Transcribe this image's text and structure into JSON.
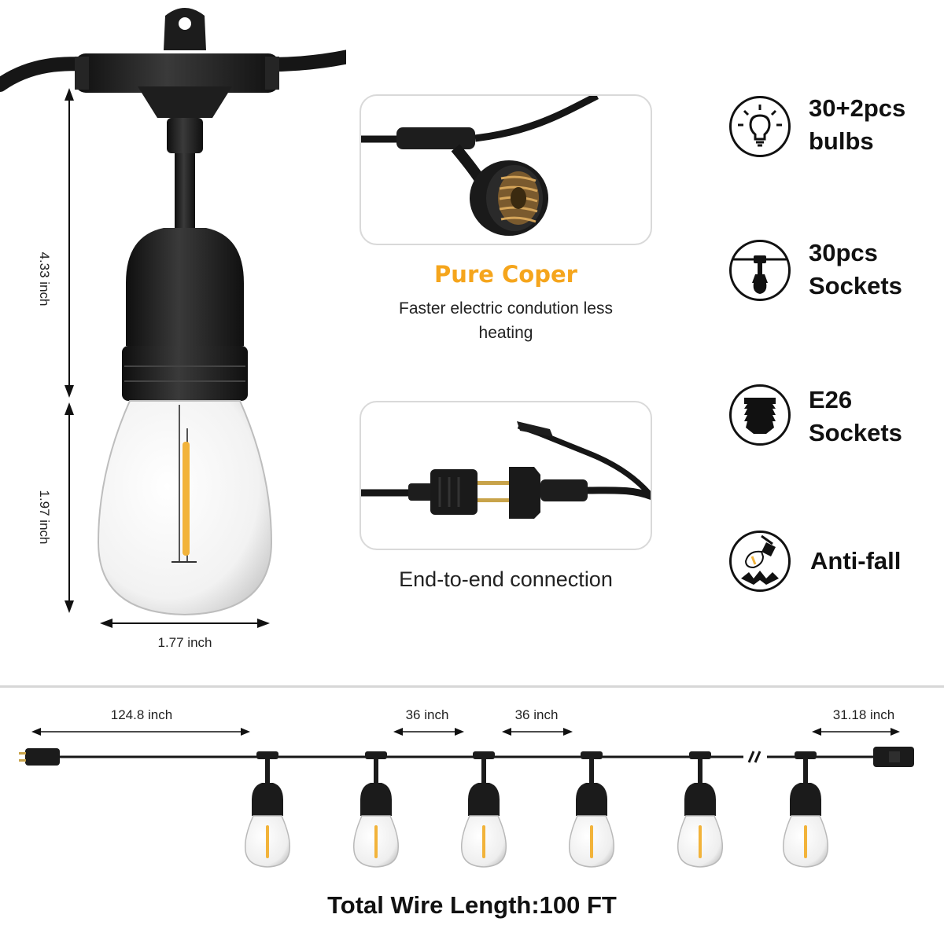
{
  "hero": {
    "height_top": "4.33 inch",
    "height_bulb": "1.97 inch",
    "width_bulb": "1.77 inch"
  },
  "panels": {
    "copper_title": "Pure Coper",
    "copper_desc_line1": "Faster electric condution less",
    "copper_desc_line2": "heating",
    "connection_caption": "End-to-end connection"
  },
  "features": [
    {
      "icon": "bulb-icon",
      "line1": "30+2pcs",
      "line2": "bulbs"
    },
    {
      "icon": "socket-icon",
      "line1": "30pcs",
      "line2": "Sockets"
    },
    {
      "icon": "e26-icon",
      "line1": "E26",
      "line2": "Sockets"
    },
    {
      "icon": "anti-fall-icon",
      "line1": "Anti-fall",
      "line2": ""
    }
  ],
  "strand": {
    "lead_length": "124.8 inch",
    "spacing_a": "36 inch",
    "spacing_b": "36 inch",
    "tail_length": "31.18 inch",
    "total": "Total Wire Length:100 FT"
  },
  "colors": {
    "accent": "#f5a51c",
    "filament": "#f2b33a",
    "rubber": "#1b1b1b",
    "panel_border": "#d9d9d9"
  }
}
